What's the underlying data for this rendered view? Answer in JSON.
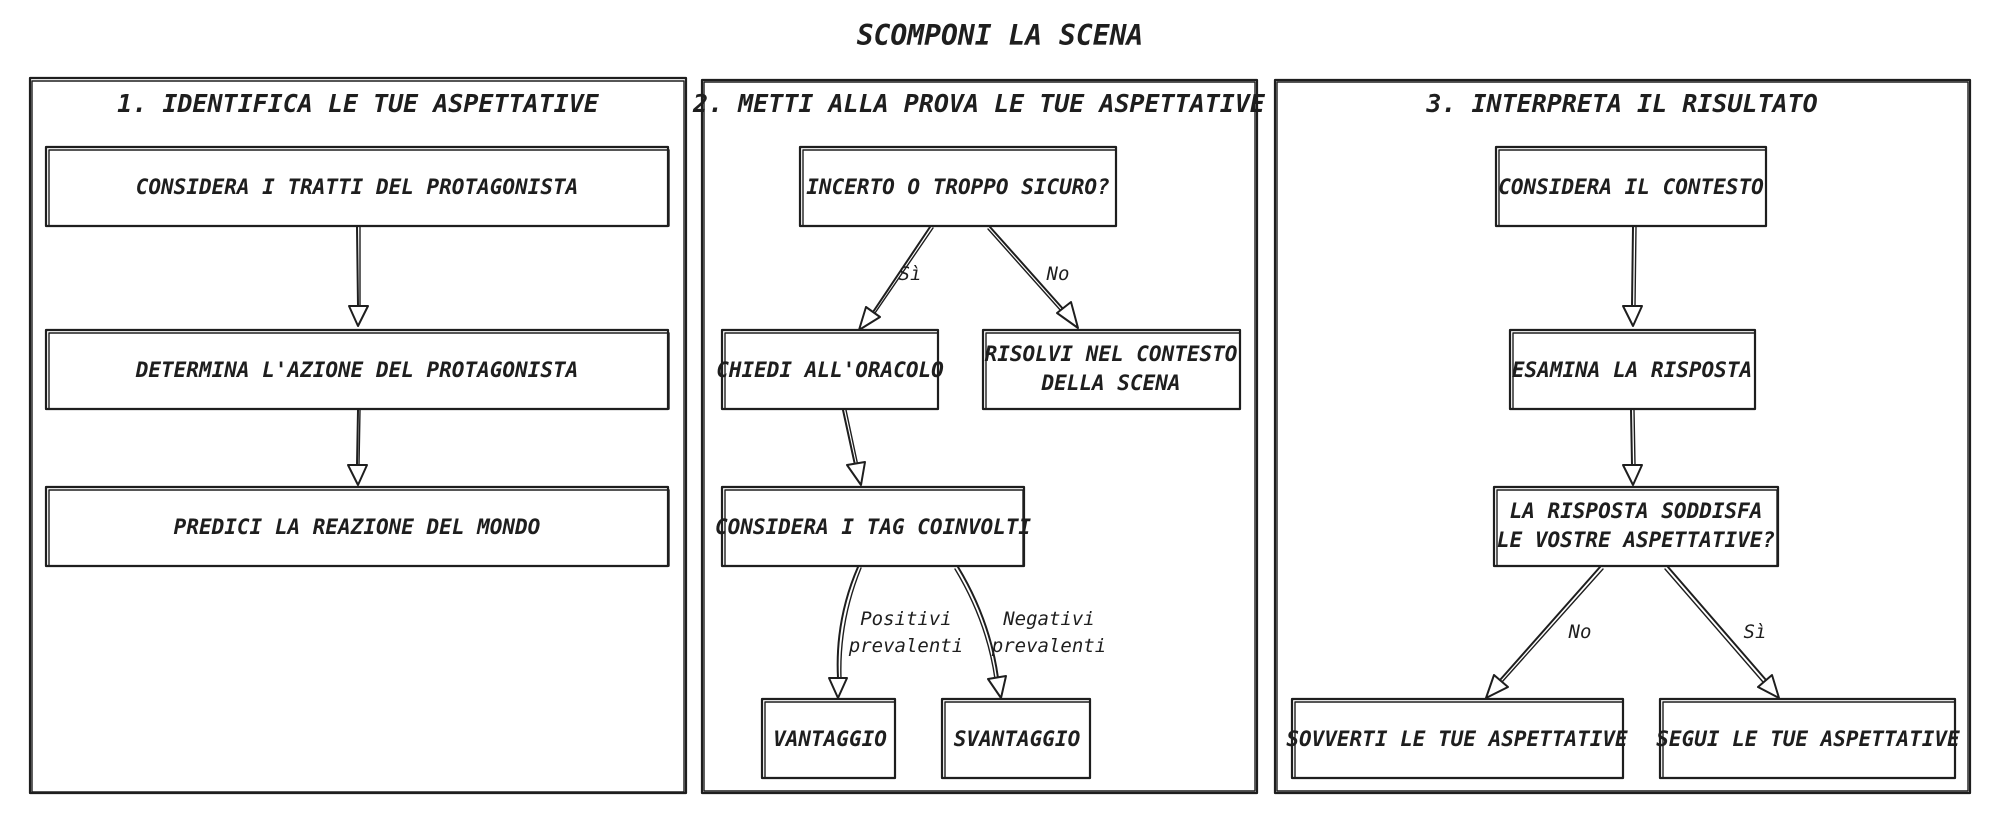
{
  "title": "SCOMPONI LA SCENA",
  "panels": [
    {
      "title": "1. IDENTIFICA LE TUE ASPETTATIVE",
      "nodes": [
        {
          "lines": [
            "CONSIDERA I TRATTI DEL PROTAGONISTA"
          ]
        },
        {
          "lines": [
            "DETERMINA L'AZIONE DEL PROTAGONISTA"
          ]
        },
        {
          "lines": [
            "PREDICI LA REAZIONE DEL MONDO"
          ]
        }
      ]
    },
    {
      "title": "2. METTI ALLA PROVA LE TUE ASPETTATIVE",
      "nodes": [
        {
          "lines": [
            "INCERTO O TROPPO SICURO?"
          ]
        },
        {
          "lines": [
            "CHIEDI ALL'ORACOLO"
          ]
        },
        {
          "lines": [
            "RISOLVI NEL CONTESTO",
            "DELLA SCENA"
          ]
        },
        {
          "lines": [
            "CONSIDERA I TAG COINVOLTI"
          ]
        },
        {
          "lines": [
            "VANTAGGIO"
          ]
        },
        {
          "lines": [
            "SVANTAGGIO"
          ]
        }
      ],
      "edges": [
        {
          "lines": [
            "Sì"
          ]
        },
        {
          "lines": [
            "No"
          ]
        },
        {
          "lines": [
            "Positivi",
            "prevalenti"
          ]
        },
        {
          "lines": [
            "Negativi",
            "prevalenti"
          ]
        }
      ]
    },
    {
      "title": "3. INTERPRETA IL RISULTATO",
      "nodes": [
        {
          "lines": [
            "CONSIDERA IL CONTESTO"
          ]
        },
        {
          "lines": [
            "ESAMINA LA RISPOSTA"
          ]
        },
        {
          "lines": [
            "LA RISPOSTA SODDISFA",
            "LE VOSTRE ASPETTATIVE?"
          ]
        },
        {
          "lines": [
            "SOVVERTI LE TUE ASPETTATIVE"
          ]
        },
        {
          "lines": [
            "SEGUI LE TUE ASPETTATIVE"
          ]
        }
      ],
      "edges": [
        {
          "lines": [
            "No"
          ]
        },
        {
          "lines": [
            "Sì"
          ]
        }
      ]
    }
  ]
}
